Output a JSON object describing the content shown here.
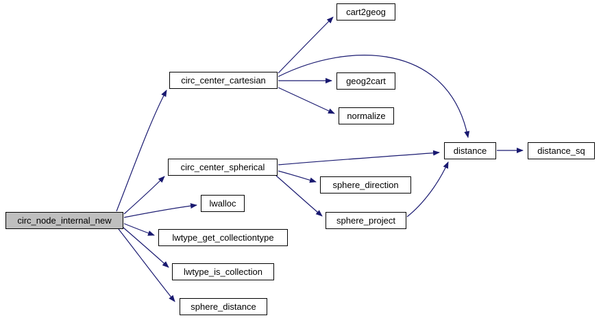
{
  "diagram": {
    "type": "call-graph",
    "colors": {
      "edge": "#191970",
      "node_fill": "#ffffff",
      "node_border": "#000000",
      "highlight_fill": "#bfbfbf"
    },
    "nodes": [
      {
        "id": "circ_node_internal_new",
        "label": "circ_node_internal_new",
        "highlighted": true
      },
      {
        "id": "circ_center_cartesian",
        "label": "circ_center_cartesian",
        "highlighted": false
      },
      {
        "id": "cart2geog",
        "label": "cart2geog",
        "highlighted": false
      },
      {
        "id": "geog2cart",
        "label": "geog2cart",
        "highlighted": false
      },
      {
        "id": "normalize",
        "label": "normalize",
        "highlighted": false
      },
      {
        "id": "distance",
        "label": "distance",
        "highlighted": false
      },
      {
        "id": "distance_sq",
        "label": "distance_sq",
        "highlighted": false
      },
      {
        "id": "circ_center_spherical",
        "label": "circ_center_spherical",
        "highlighted": false
      },
      {
        "id": "sphere_direction",
        "label": "sphere_direction",
        "highlighted": false
      },
      {
        "id": "sphere_project",
        "label": "sphere_project",
        "highlighted": false
      },
      {
        "id": "lwalloc",
        "label": "lwalloc",
        "highlighted": false
      },
      {
        "id": "lwtype_get_collectiontype",
        "label": "lwtype_get_collectiontype",
        "highlighted": false
      },
      {
        "id": "lwtype_is_collection",
        "label": "lwtype_is_collection",
        "highlighted": false
      },
      {
        "id": "sphere_distance",
        "label": "sphere_distance",
        "highlighted": false
      }
    ],
    "edges": [
      {
        "from": "circ_node_internal_new",
        "to": "circ_center_cartesian"
      },
      {
        "from": "circ_node_internal_new",
        "to": "circ_center_spherical"
      },
      {
        "from": "circ_node_internal_new",
        "to": "lwalloc"
      },
      {
        "from": "circ_node_internal_new",
        "to": "lwtype_get_collectiontype"
      },
      {
        "from": "circ_node_internal_new",
        "to": "lwtype_is_collection"
      },
      {
        "from": "circ_node_internal_new",
        "to": "sphere_distance"
      },
      {
        "from": "circ_center_cartesian",
        "to": "cart2geog"
      },
      {
        "from": "circ_center_cartesian",
        "to": "geog2cart"
      },
      {
        "from": "circ_center_cartesian",
        "to": "normalize"
      },
      {
        "from": "circ_center_cartesian",
        "to": "distance"
      },
      {
        "from": "circ_center_spherical",
        "to": "distance"
      },
      {
        "from": "circ_center_spherical",
        "to": "sphere_direction"
      },
      {
        "from": "circ_center_spherical",
        "to": "sphere_project"
      },
      {
        "from": "sphere_project",
        "to": "distance"
      },
      {
        "from": "distance",
        "to": "distance_sq"
      }
    ]
  }
}
